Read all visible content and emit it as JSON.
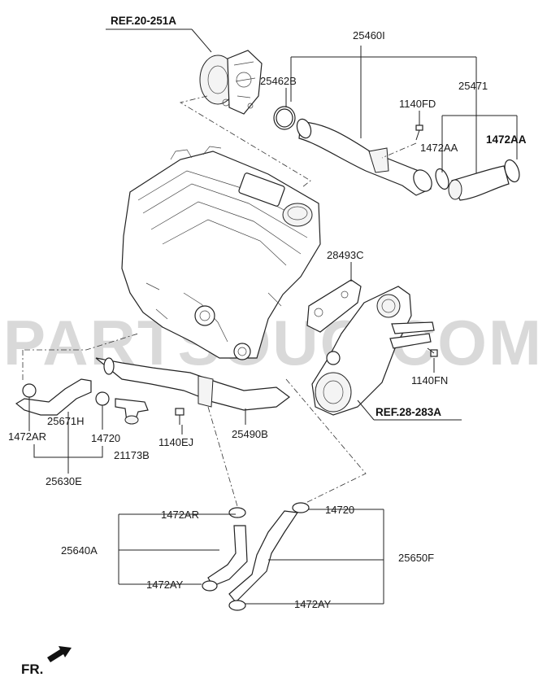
{
  "watermark": "PARTSOUQ.COM",
  "references": {
    "turbo": "REF.20-251A",
    "thermostat": "REF.28-283A"
  },
  "labels": {
    "p25460I": "25460I",
    "p25462B": "25462B",
    "p25471": "25471",
    "p1140FD": "1140FD",
    "p1472AA_left": "1472AA",
    "p1472AA_right": "1472AA",
    "p28493C": "28493C",
    "p1140FN": "1140FN",
    "p25671H": "25671H",
    "p1472AR_left": "1472AR",
    "p14720_left": "14720",
    "p21173B": "21173B",
    "p1140EJ": "1140EJ",
    "p25490B": "25490B",
    "p25630E": "25630E",
    "p1472AR_bottom": "1472AR",
    "p14720_bottom": "14720",
    "p25640A": "25640A",
    "p25650F": "25650F",
    "p1472AY_left": "1472AY",
    "p1472AY_right": "1472AY"
  },
  "footer": {
    "direction": "FR."
  }
}
